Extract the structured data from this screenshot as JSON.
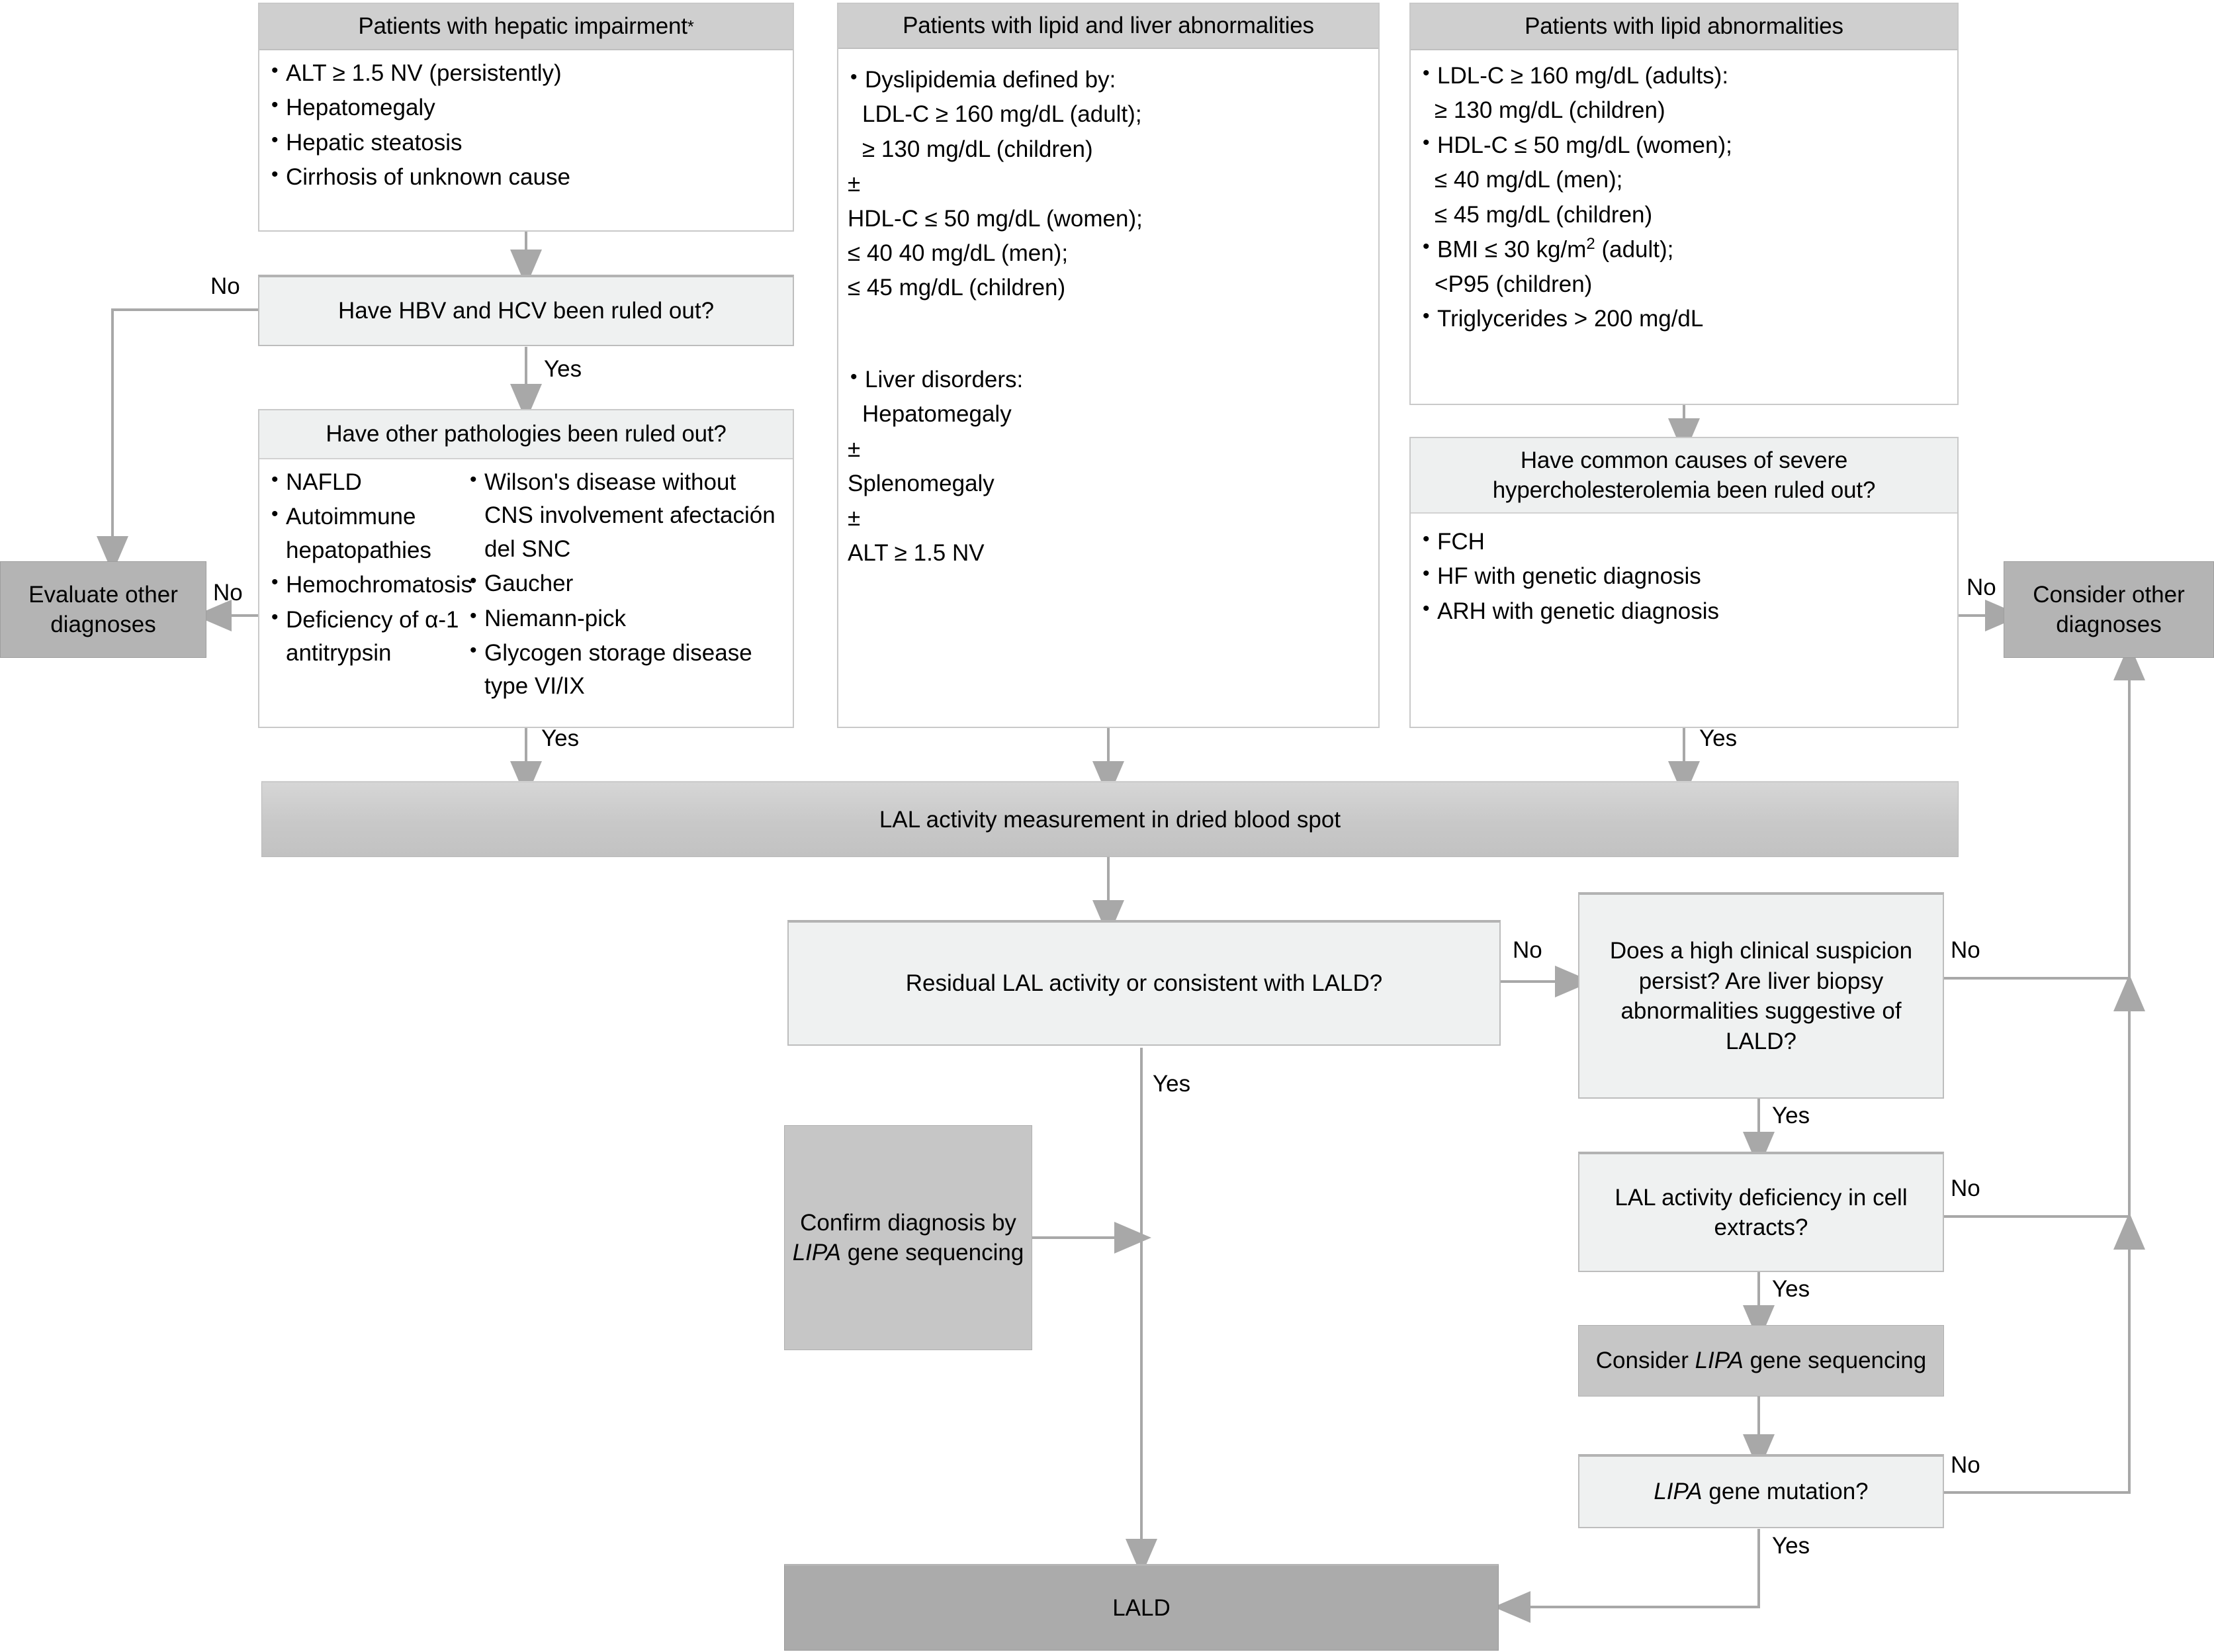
{
  "colors": {
    "header_grey": "#cfcfcf",
    "light_panel": "#eff1f1",
    "solid_grey": "#b4b4b4",
    "bar_grey": "#c8c8c8",
    "bar_dark": "#ababab",
    "connector": "#a8a8a8"
  },
  "boxes": {
    "hepatic_impairment": {
      "title": "Patients with hepatic impairment",
      "title_marker": "*",
      "items": [
        "ALT ≥ 1.5 NV (persistently)",
        "Hepatomegaly",
        "Hepatic steatosis",
        "Cirrhosis of unknown cause"
      ]
    },
    "lipid_and_liver": {
      "title": "Patients with lipid and liver abnormalities",
      "lines_group1": [
        {
          "text": "Dyslipidemia defined by:",
          "bullet": true,
          "indent": false
        },
        {
          "text": "LDL-C ≥ 160 mg/dL (adult);",
          "bullet": false,
          "indent": true
        },
        {
          "text": "≥ 130 mg/dL (children)",
          "bullet": false,
          "indent": true
        },
        {
          "text": "±",
          "bullet": false,
          "indent": false
        },
        {
          "text": "HDL-C ≤ 50 mg/dL (women);",
          "bullet": false,
          "indent": false
        },
        {
          "text": "≤ 40 40 mg/dL (men);",
          "bullet": false,
          "indent": false
        },
        {
          "text": "≤ 45 mg/dL (children)",
          "bullet": false,
          "indent": false
        }
      ],
      "lines_group2": [
        {
          "text": "Liver disorders:",
          "bullet": true,
          "indent": false
        },
        {
          "text": "Hepatomegaly",
          "bullet": false,
          "indent": true
        },
        {
          "text": "±",
          "bullet": false,
          "indent": false
        },
        {
          "text": "Splenomegaly",
          "bullet": false,
          "indent": false
        },
        {
          "text": "±",
          "bullet": false,
          "indent": false
        },
        {
          "text": "ALT ≥ 1.5 NV",
          "bullet": false,
          "indent": false
        }
      ]
    },
    "lipid_abnormalities": {
      "title": "Patients with lipid abnormalities",
      "lines": [
        {
          "text": "LDL-C ≥ 160 mg/dL (adults):",
          "bullet": true,
          "indent": false
        },
        {
          "text": "≥ 130 mg/dL (children)",
          "bullet": false,
          "indent": true
        },
        {
          "text": "HDL-C ≤ 50 mg/dL (women);",
          "bullet": true,
          "indent": false
        },
        {
          "text": "≤ 40 mg/dL (men);",
          "bullet": false,
          "indent": true
        },
        {
          "text": "≤ 45 mg/dL (children)",
          "bullet": false,
          "indent": true
        },
        {
          "text": "BMI ≤ 30 kg/m2 (adult);",
          "bullet": true,
          "indent": false,
          "superscript": "2"
        },
        {
          "text": "<P95 (children)",
          "bullet": false,
          "indent": true
        },
        {
          "text": "Triglycerides > 200 mg/dL",
          "bullet": true,
          "indent": false
        }
      ]
    },
    "hbv_hcv": {
      "title": "Have HBV and HCV been ruled out?"
    },
    "other_pathologies": {
      "title": "Have other pathologies been ruled out?",
      "column_left": [
        "NAFLD",
        "Autoimmune hepatopathies",
        "Hemochromatosis",
        "Deficiency of α-1 antitrypsin"
      ],
      "column_right": [
        "Wilson's disease without CNS involvement afectación del SNC",
        "Gaucher",
        "Niemann-pick",
        "Glycogen storage disease type VI/IX"
      ]
    },
    "common_causes": {
      "title": "Have common causes of severe hypercholesterolemia been ruled out?",
      "items": [
        "FCH",
        "HF with genetic diagnosis",
        "ARH with genetic diagnosis"
      ]
    },
    "evaluate_other": "Evaluate other diagnoses",
    "consider_other": "Consider other diagnoses",
    "lal_measurement": "LAL activity measurement in dried blood spot",
    "residual_lal": "Residual LAL activity or consistent with LALD?",
    "high_suspicion": "Does a high clinical suspicion persist? Are liver biopsy abnormalities suggestive of LALD?",
    "cell_extracts": "LAL activity deficiency in cell extracts?",
    "consider_lipa": {
      "pre": "Consider ",
      "gene": "LIPA",
      "post": " gene sequencing"
    },
    "lipa_mutation": {
      "pre": "",
      "gene": "LIPA",
      "post": " gene mutation?"
    },
    "confirm_diagnosis": {
      "pre": "Confirm diagnosis by ",
      "gene": "LIPA",
      "post": " gene sequencing"
    },
    "lald": "LALD"
  },
  "edge_labels": {
    "hbv_no": "No",
    "hbv_yes": "Yes",
    "pathologies_no": "No",
    "pathologies_yes": "Yes",
    "middle_down": "",
    "common_no": "No",
    "common_yes": "Yes",
    "residual_no": "No",
    "residual_yes": "Yes",
    "suspicion_no": "No",
    "suspicion_yes": "Yes",
    "extracts_no": "No",
    "extracts_yes": "Yes",
    "mutation_no": "No",
    "mutation_yes": "Yes"
  }
}
